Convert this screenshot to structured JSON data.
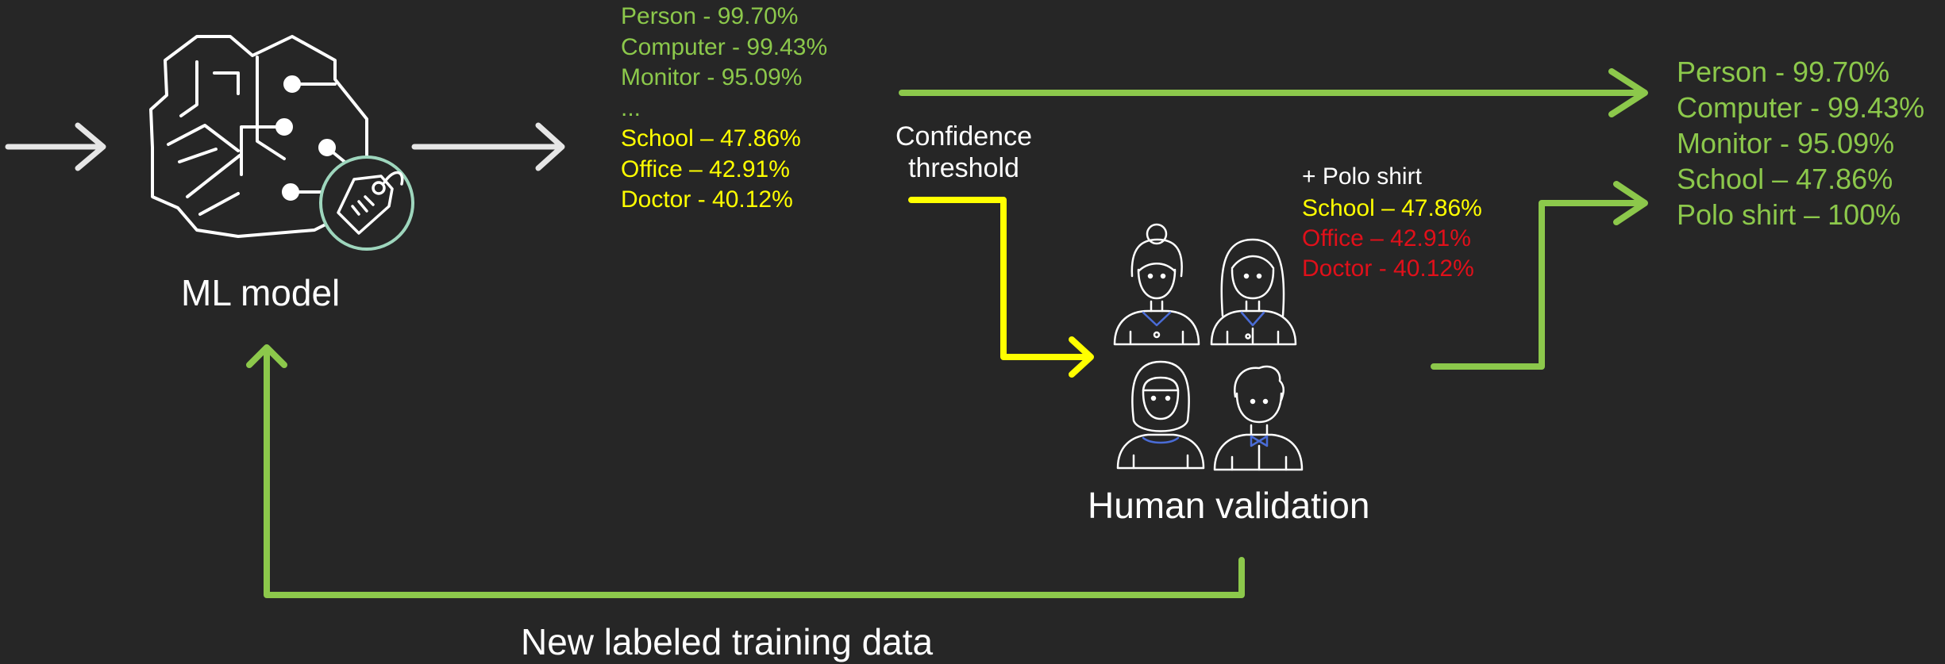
{
  "colors": {
    "background": "#262626",
    "green": "#8cc84b",
    "yellow": "#ffff00",
    "red": "#e0101a",
    "white": "#ffffff",
    "light_arrow": "#e6e6e6",
    "tag_accent": "#9ed6bd",
    "collar_blue": "#4a6cd6"
  },
  "ml_model": {
    "label": "ML model",
    "icons": [
      "brain-circuit-icon",
      "label-tag-icon"
    ]
  },
  "predictions": [
    {
      "text": "Person - 99.70%",
      "color": "#8cc84b"
    },
    {
      "text": "Computer - 99.43%",
      "color": "#8cc84b"
    },
    {
      "text": "Monitor - 95.09%",
      "color": "#8cc84b"
    },
    {
      "text": "...",
      "color": "#8cc84b"
    },
    {
      "text": "School – 47.86%",
      "color": "#ffff00"
    },
    {
      "text": "Office – 42.91%",
      "color": "#ffff00"
    },
    {
      "text": "Doctor - 40.12%",
      "color": "#ffff00"
    }
  ],
  "threshold": {
    "line1": "Confidence",
    "line2": "threshold"
  },
  "human_review": {
    "added": "+ Polo shirt",
    "items": [
      {
        "text": "School – 47.86%",
        "color": "#ffff00"
      },
      {
        "text": "Office – 42.91%",
        "color": "#e0101a"
      },
      {
        "text": "Doctor - 40.12%",
        "color": "#e0101a"
      }
    ]
  },
  "human_validation": {
    "label": "Human validation",
    "icons": [
      "woman-bun-icon",
      "woman-long-hair-icon",
      "woman-hijab-icon",
      "man-bowtie-icon"
    ]
  },
  "final_labels": [
    "Person - 99.70%",
    "Computer - 99.43%",
    "Monitor - 95.09%",
    "School – 47.86%",
    "Polo shirt – 100%"
  ],
  "feedback": {
    "label": "New labeled training data"
  }
}
